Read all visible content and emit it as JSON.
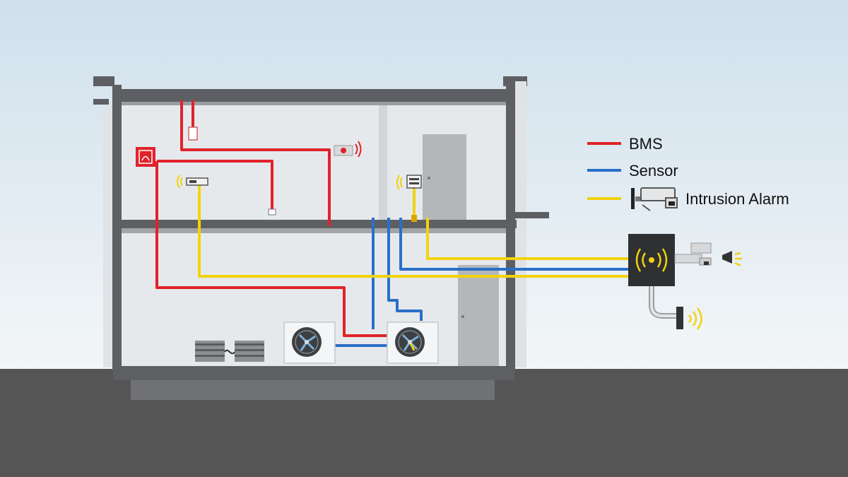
{
  "colors": {
    "bms": "#e0232a",
    "sensor": "#2a6fc9",
    "intrusion_alarm": "#f2d20e",
    "sky_top": "#cfe0ec",
    "sky_bottom": "#f3f6f8",
    "ground": "#555555",
    "wall": "#5d5f62",
    "interior": "#e6e9ec",
    "door": "#b4b7ba"
  },
  "legend": {
    "bms": {
      "label": "BMS",
      "icon": "red-line"
    },
    "sensor": {
      "label": "Sensor",
      "icon": "blue-line"
    },
    "intrusion_alarm": {
      "label": "Intrusion Alarm",
      "icon": "security-camera-icon"
    }
  },
  "icons": [
    "fire-alarm-panel-icon",
    "siren-icon",
    "motion-sensor-icon",
    "door-contact-sensor-icon",
    "outdoor-ac-unit-icon",
    "compressor-unit-icon",
    "alarm-control-box-icon",
    "security-camera-icon",
    "strobe-light-icon",
    "magnetic-door-sensor-icon"
  ]
}
